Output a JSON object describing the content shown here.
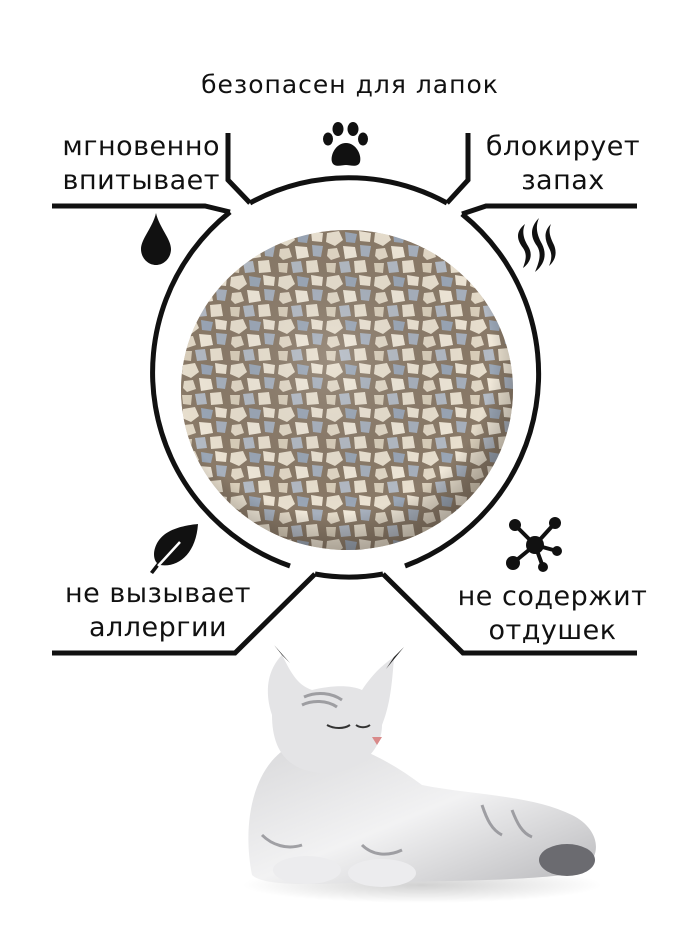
{
  "title": "безопасен для лапок",
  "features": [
    {
      "id": "absorb",
      "lines": [
        "мгновенно",
        "впитывает"
      ],
      "icon": "water-drop-icon"
    },
    {
      "id": "odor",
      "lines": [
        "блокирует",
        "запах"
      ],
      "icon": "odor-waves-icon"
    },
    {
      "id": "allergy",
      "lines": [
        "не вызывает",
        "аллергии"
      ],
      "icon": "leaf-icon"
    },
    {
      "id": "fragrance",
      "lines": [
        "не содержит",
        "отдушек"
      ],
      "icon": "molecule-icon"
    }
  ],
  "top_icon": "paw-icon",
  "center_image": "litter-granules-sphere",
  "bottom_image": "sleeping-maine-coon-cat",
  "colors": {
    "line": "#111111",
    "text": "#111111",
    "background": "#ffffff",
    "granule_light": "#e6dccb",
    "granule_blue": "#9aa6b6"
  }
}
